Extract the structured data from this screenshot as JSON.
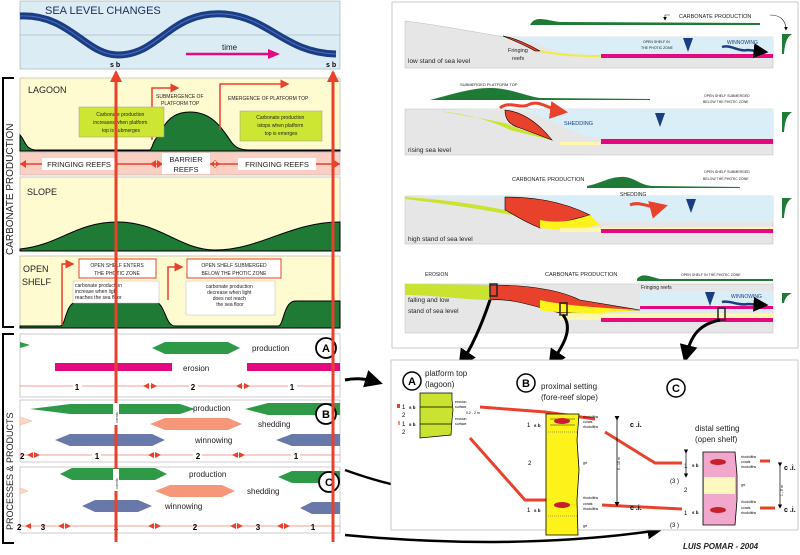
{
  "left_panel": {
    "sea_level": {
      "title": "SEA LEVEL CHANGES",
      "time_label": "time",
      "sb_labels": [
        "s b",
        "s b"
      ]
    },
    "carbonate_production_label": "CARBONATE PRODUCTION",
    "processes_products_label": "PROCESSES & PRODUCTS",
    "lagoon": {
      "title": "LAGOON",
      "submergence_label_1": "SUBMERGENCE OF",
      "submergence_label_2": "PLATFORM TOP",
      "emergence_label": "EMERGENCE OF PLATFORM TOP",
      "note_left": [
        "Carbonate production",
        "increases when platform",
        "top is submerges"
      ],
      "note_right": [
        "Carbonate production",
        "istops when platform",
        "top is emerges"
      ]
    },
    "reef_band": {
      "fringing_left": "FRINGING REEFS",
      "barrier_1": "BARRIER",
      "barrier_2": "REEFS",
      "fringing_right": "FRINGING REEFS"
    },
    "slope": {
      "title": "SLOPE"
    },
    "open_shelf": {
      "title_1": "OPEN",
      "title_2": "SHELF",
      "enters_1": "OPEN SHELF ENTERS",
      "enters_2": "THE PHOTIC ZONE",
      "submerged_1": "OPEN SHELF SUBMERGED",
      "submerged_2": "BELOW THE PHOTIC ZONE",
      "note_left": [
        "carbonate production",
        "increase when light",
        "reaches the sea floor"
      ],
      "note_right": [
        "carbonate production",
        "decrease when light",
        "does not reach",
        "the sea floor"
      ]
    },
    "process_rows": [
      {
        "badge": "A",
        "labels": {
          "production": "production",
          "erosion": "erosion"
        },
        "scale": [
          "1",
          "2",
          "1"
        ]
      },
      {
        "badge": "B",
        "labels": {
          "production": "production",
          "shedding": "shedding",
          "winnowing": "winnowing",
          "corals": "corals"
        },
        "scale": [
          "2",
          "1",
          "2",
          "1"
        ]
      },
      {
        "badge": "C",
        "labels": {
          "production": "production",
          "shedding": "shedding",
          "winnowing": "winnowing",
          "corals": "corals"
        },
        "scale": [
          "2",
          "3",
          "1",
          "2",
          "3",
          "1"
        ]
      }
    ]
  },
  "right_panel": {
    "sections": [
      {
        "stand": "low stand of sea level",
        "labels": [
          "CARBONATE PRODUCTION",
          "Fringing",
          "reefs",
          "OPEN SHELF IN",
          "THE PHOTIC ZONE",
          "WINNOWING"
        ]
      },
      {
        "stand": "rising sea level",
        "labels": [
          "SUBMERGED PLATFORM TOP",
          "SHEDDING",
          "OPEN SHELF SUBMERGED",
          "BELOW THE PHOTIC ZONE"
        ]
      },
      {
        "stand": "high stand of sea level",
        "labels": [
          "CARBONATE PRODUCTION",
          "SHEDDING",
          "OPEN SHELF SUBMERGED",
          "BELOW THE PHOTIC ZONE"
        ]
      },
      {
        "stand_1": "falling and low",
        "stand_2": "stand of sea level",
        "labels": [
          "EROSION",
          "CARBONATE PRODUCTION",
          "OPEN SHELF IN THE PHOTIC ZONE",
          "Fringing reefs",
          "WINNOWING"
        ]
      }
    ]
  },
  "columns": {
    "a": {
      "badge": "A",
      "title_1": "platform top",
      "title_2": "(lagoon)",
      "left_labels": [
        "1",
        "s b",
        "2",
        "1",
        "s b",
        "2"
      ],
      "erosion": [
        "erosion",
        "surface",
        "0.2 - 2 m",
        "erosion",
        "surface"
      ]
    },
    "b": {
      "badge": "B",
      "title_1": "proximal setting",
      "title_2": "(fore-reef slope)",
      "left_labels": [
        "1",
        "s b",
        "2",
        "1",
        "s b"
      ],
      "right_labels": [
        "rhodoliths",
        "corals",
        "rhodoliths",
        "grt",
        "rhodoliths",
        "corals",
        "rhodoliths",
        "grt"
      ],
      "thickness": "6 - 15 m",
      "ci": [
        "c .i.",
        "c .i."
      ]
    },
    "c": {
      "badge": "C",
      "title_1": "distal setting",
      "title_2": "(open shelf)",
      "left_labels": [
        "1",
        "(3 )",
        "2",
        "1",
        "(3 )",
        "s b",
        "s b"
      ],
      "right_labels": [
        "rhodoliths",
        "corals",
        "rhodoliths",
        "grt.",
        "rhodoliths",
        "corals",
        "rhodoliths"
      ],
      "thickness": "1 - 5 m",
      "ci": [
        "c .i.",
        "c .i."
      ]
    }
  },
  "credit": "LUIS  POMAR   -   2004",
  "colors": {
    "sea_blue": "#1b3d84",
    "sea_bg": "#dcecf5",
    "cream": "#fffbd0",
    "green": "#1e7a34",
    "red": "#e8412c",
    "magenta": "#e5097f",
    "salmon": "#f6977a",
    "slate": "#6878a8",
    "lime": "#c9e330",
    "yellow": "#fdf31b",
    "pink": "#f2a7cc"
  }
}
